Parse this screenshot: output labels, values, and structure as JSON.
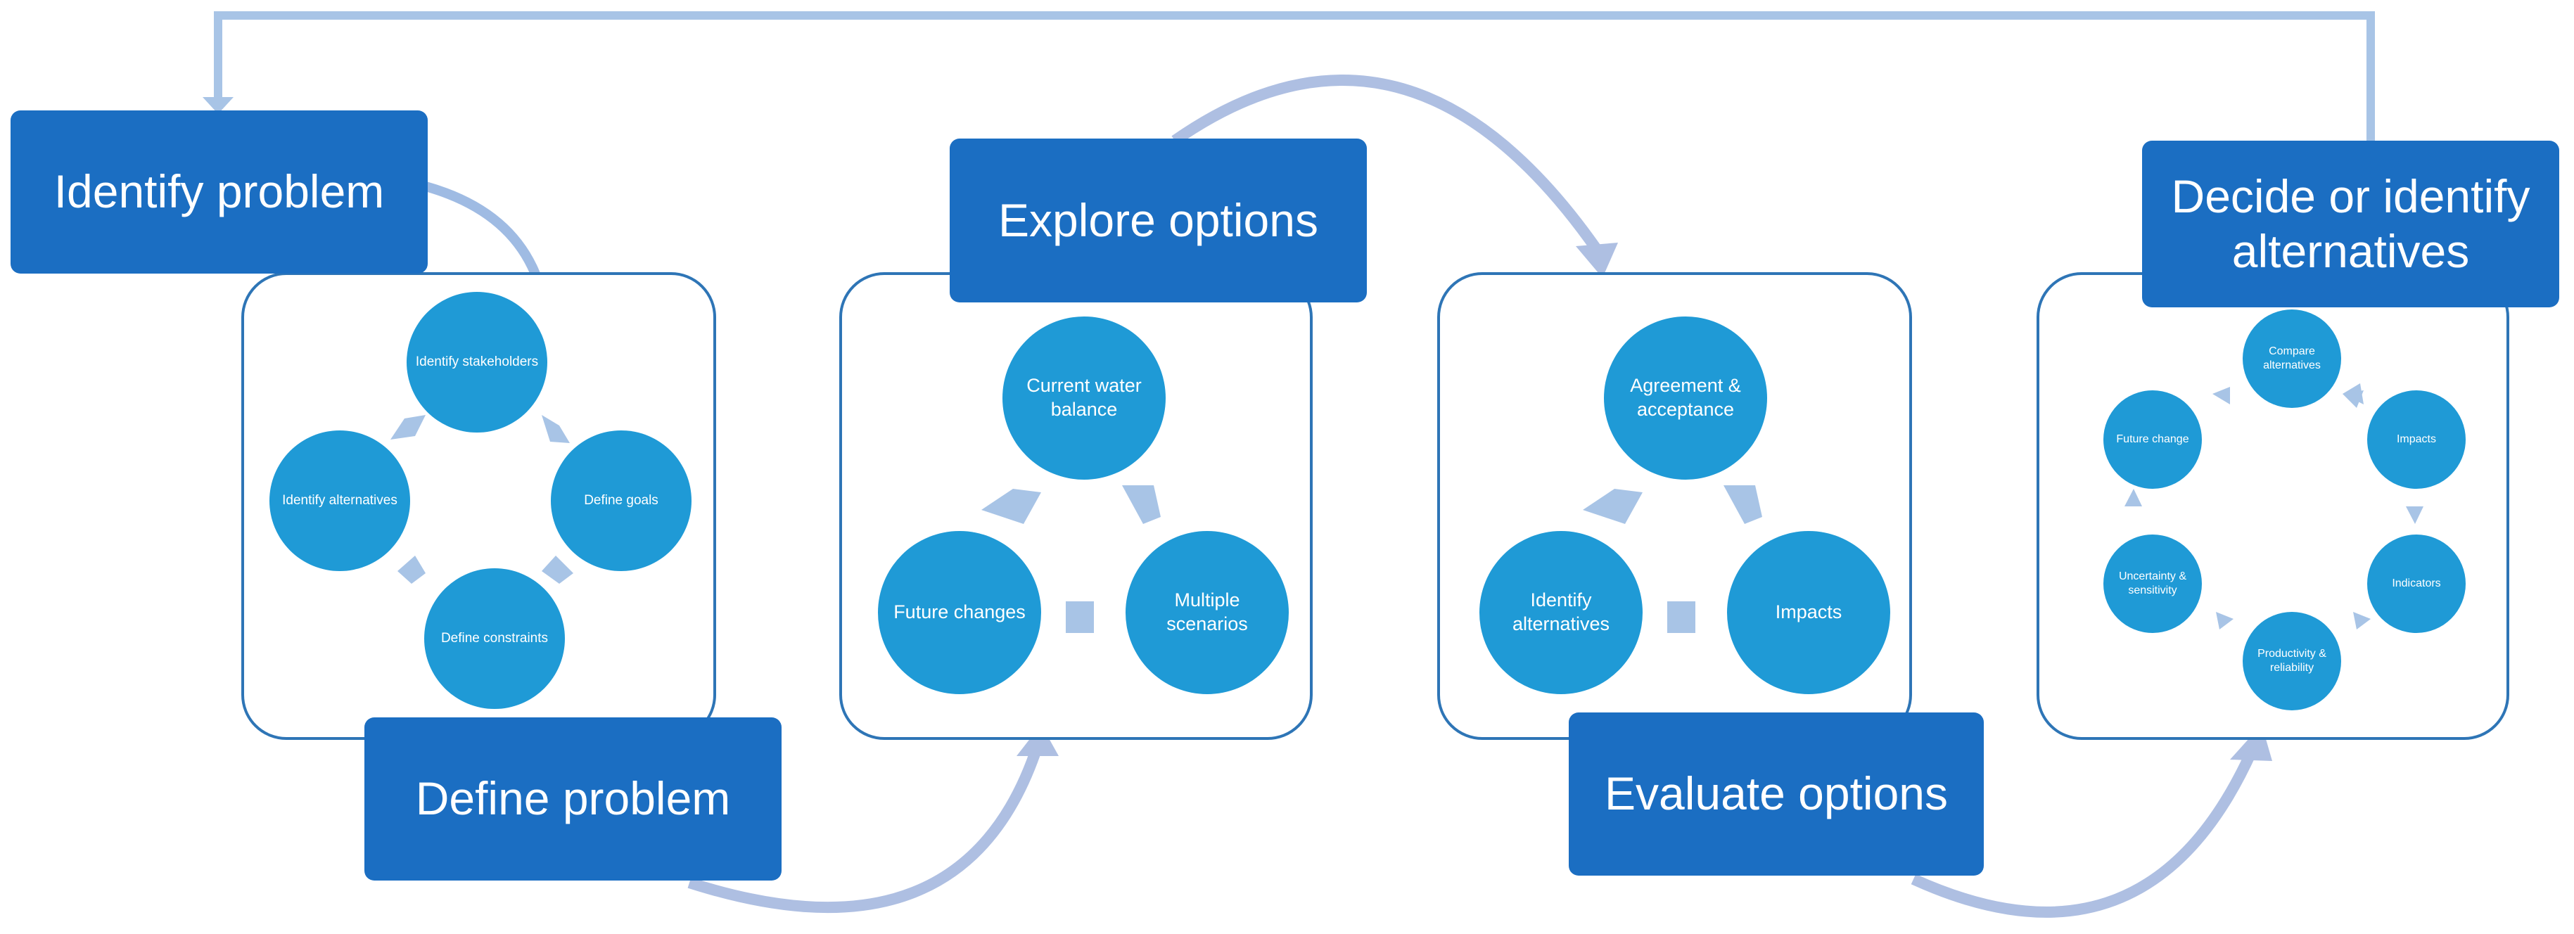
{
  "stages": {
    "identify": "Identify problem",
    "define": "Define problem",
    "explore": "Explore options",
    "evaluate": "Evaluate options",
    "decide": "Decide or identify alternatives"
  },
  "define_cycle": [
    "Identify stakeholders",
    "Define goals",
    "Define constraints",
    "Identify alternatives"
  ],
  "explore_cycle": [
    "Current water balance",
    "Multiple scenarios",
    "Future changes"
  ],
  "evaluate_cycle": [
    "Agreement & acceptance",
    "Impacts",
    "Identify alternatives"
  ],
  "decide_cycle": [
    "Compare alternatives",
    "Impacts",
    "Indicators",
    "Productivity & reliability",
    "Uncertainty & sensitivity",
    "Future change"
  ],
  "colors": {
    "label_bg": "#1b6ec2",
    "circle": "#1f9ad6",
    "panel_border": "#2e75b6",
    "arrow": "#a8c4e6",
    "flow_arrow": "#aebfe2"
  }
}
